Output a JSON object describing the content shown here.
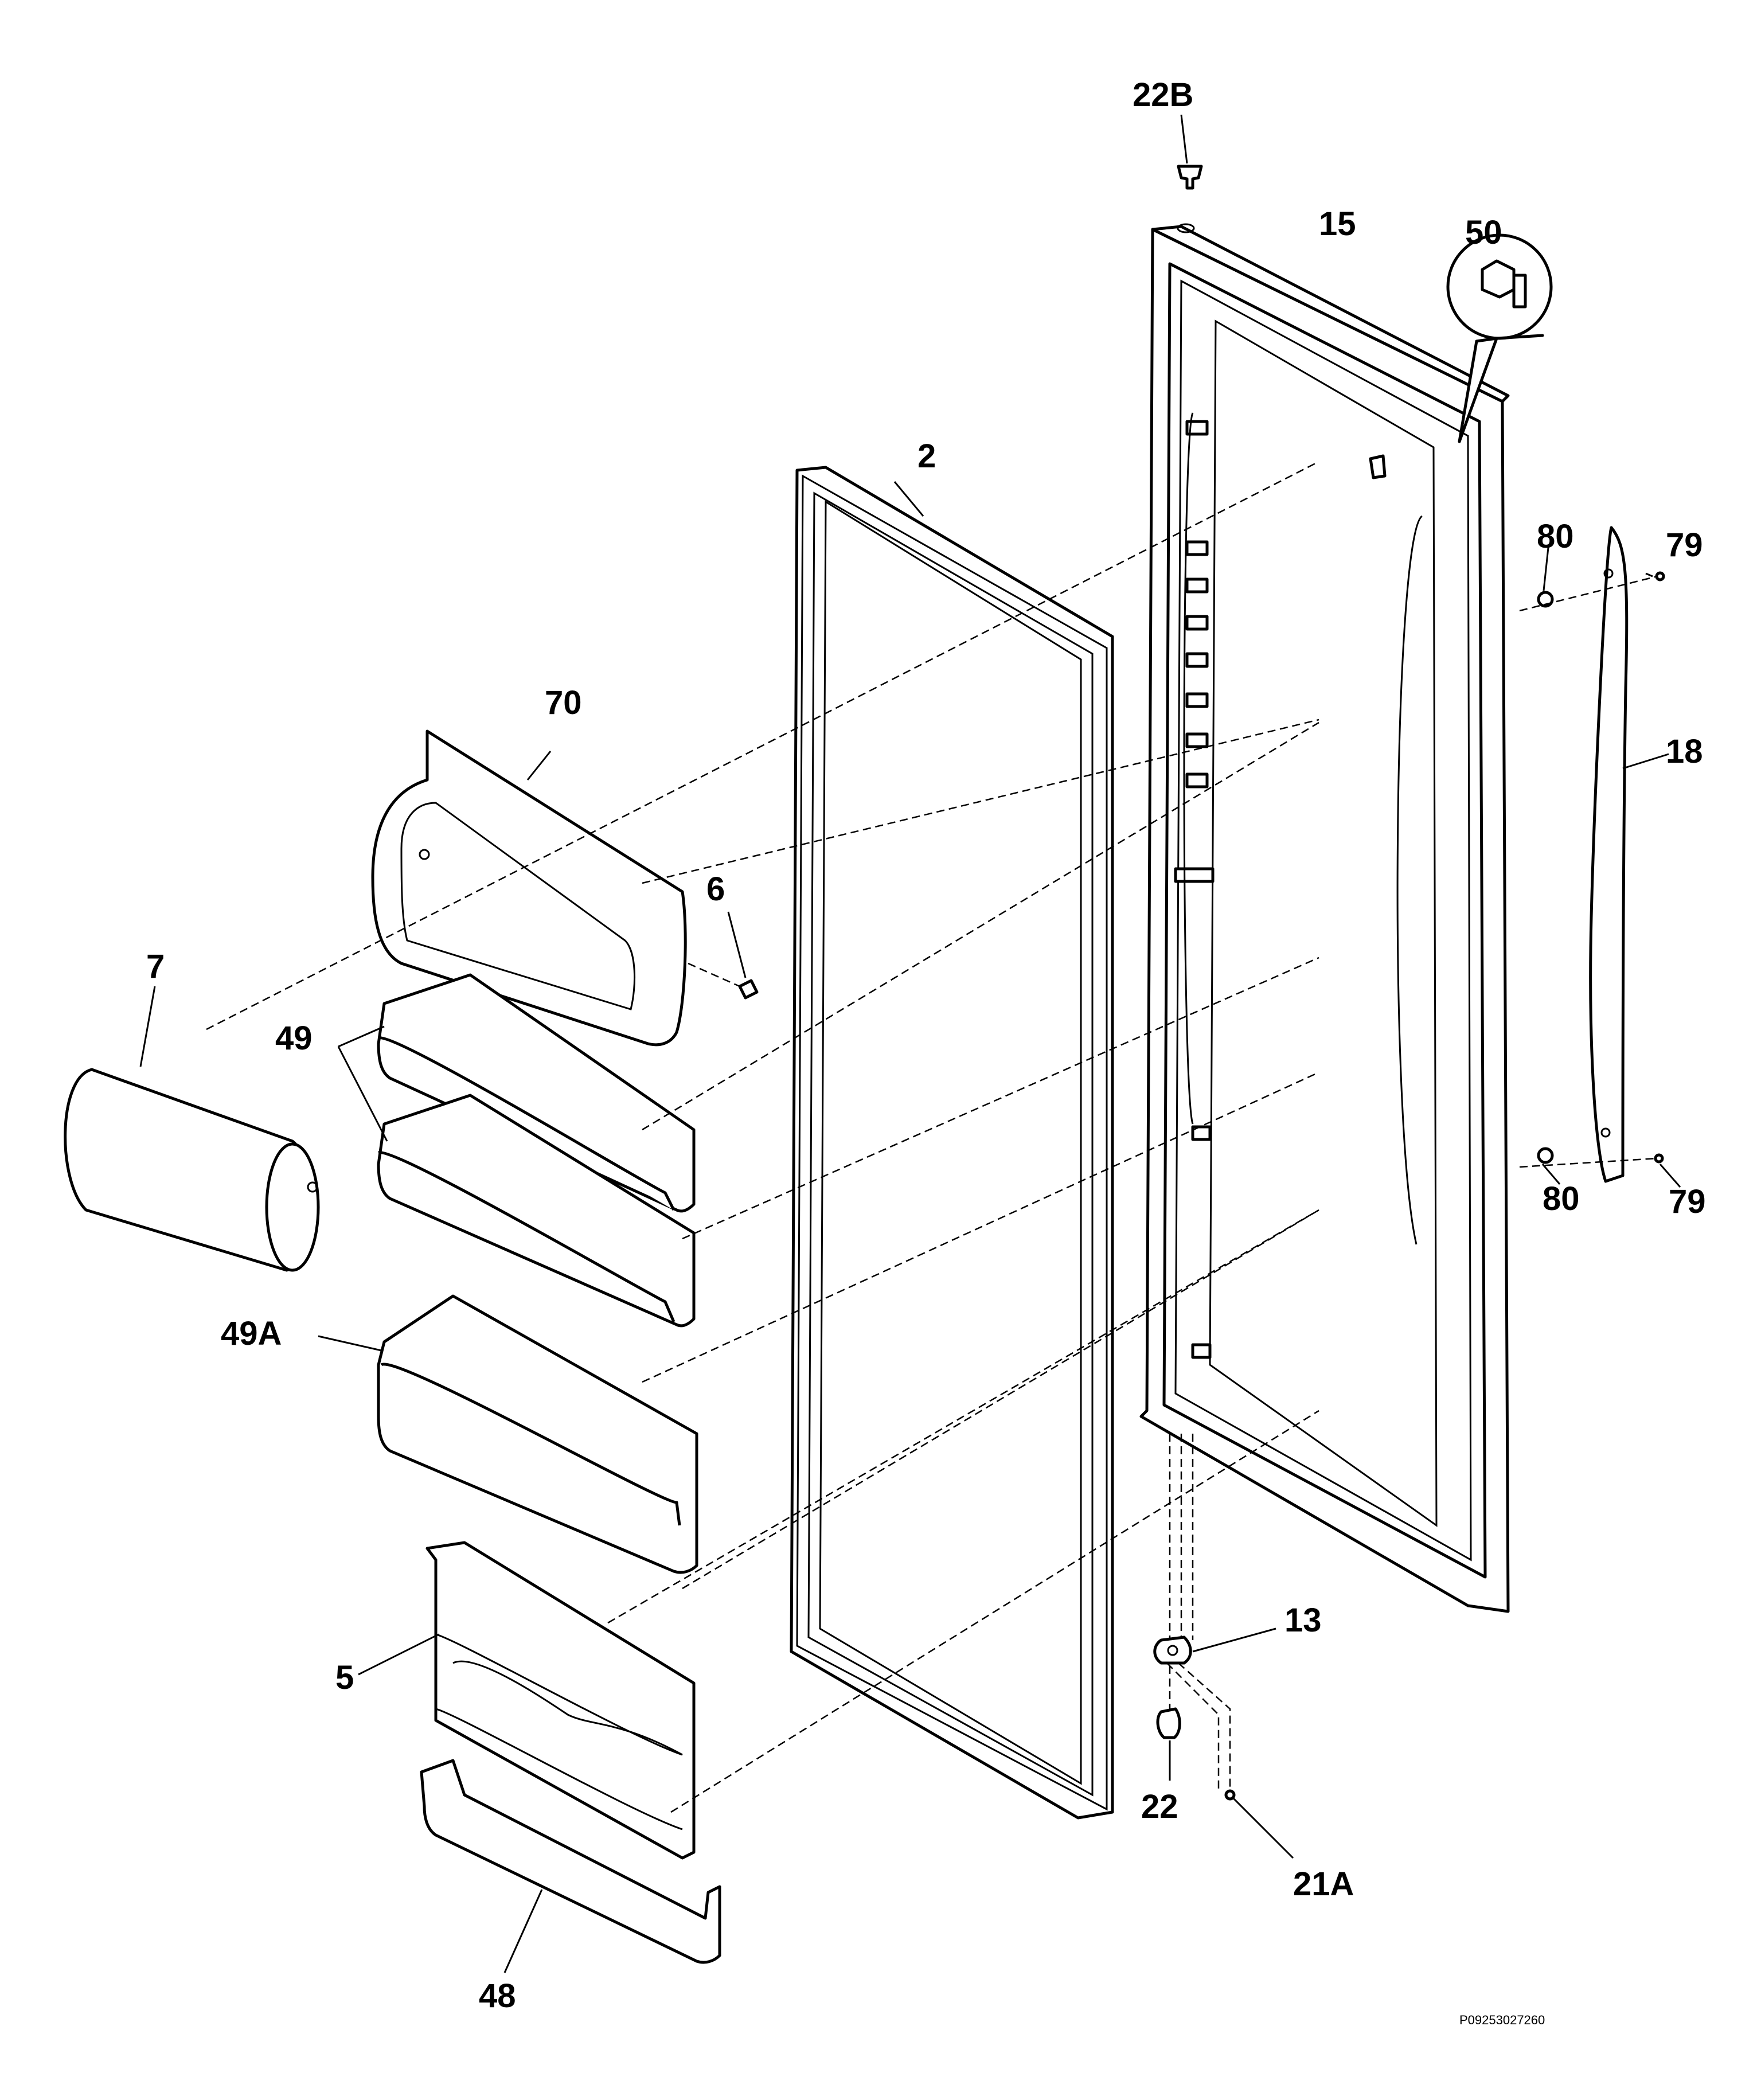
{
  "parts": [
    {
      "id": "22B",
      "label": "22B"
    },
    {
      "id": "15",
      "label": "15"
    },
    {
      "id": "50",
      "label": "50"
    },
    {
      "id": "2",
      "label": "2"
    },
    {
      "id": "80a",
      "label": "80"
    },
    {
      "id": "79a",
      "label": "79"
    },
    {
      "id": "18",
      "label": "18"
    },
    {
      "id": "80b",
      "label": "80"
    },
    {
      "id": "79b",
      "label": "79"
    },
    {
      "id": "70",
      "label": "70"
    },
    {
      "id": "6",
      "label": "6"
    },
    {
      "id": "7",
      "label": "7"
    },
    {
      "id": "49",
      "label": "49"
    },
    {
      "id": "49A",
      "label": "49A"
    },
    {
      "id": "5",
      "label": "5"
    },
    {
      "id": "48",
      "label": "48"
    },
    {
      "id": "13",
      "label": "13"
    },
    {
      "id": "22",
      "label": "22"
    },
    {
      "id": "21A",
      "label": "21A"
    }
  ],
  "reference_code": "P09253027260",
  "colors": {
    "ink": "#000000",
    "paper": "#ffffff"
  }
}
